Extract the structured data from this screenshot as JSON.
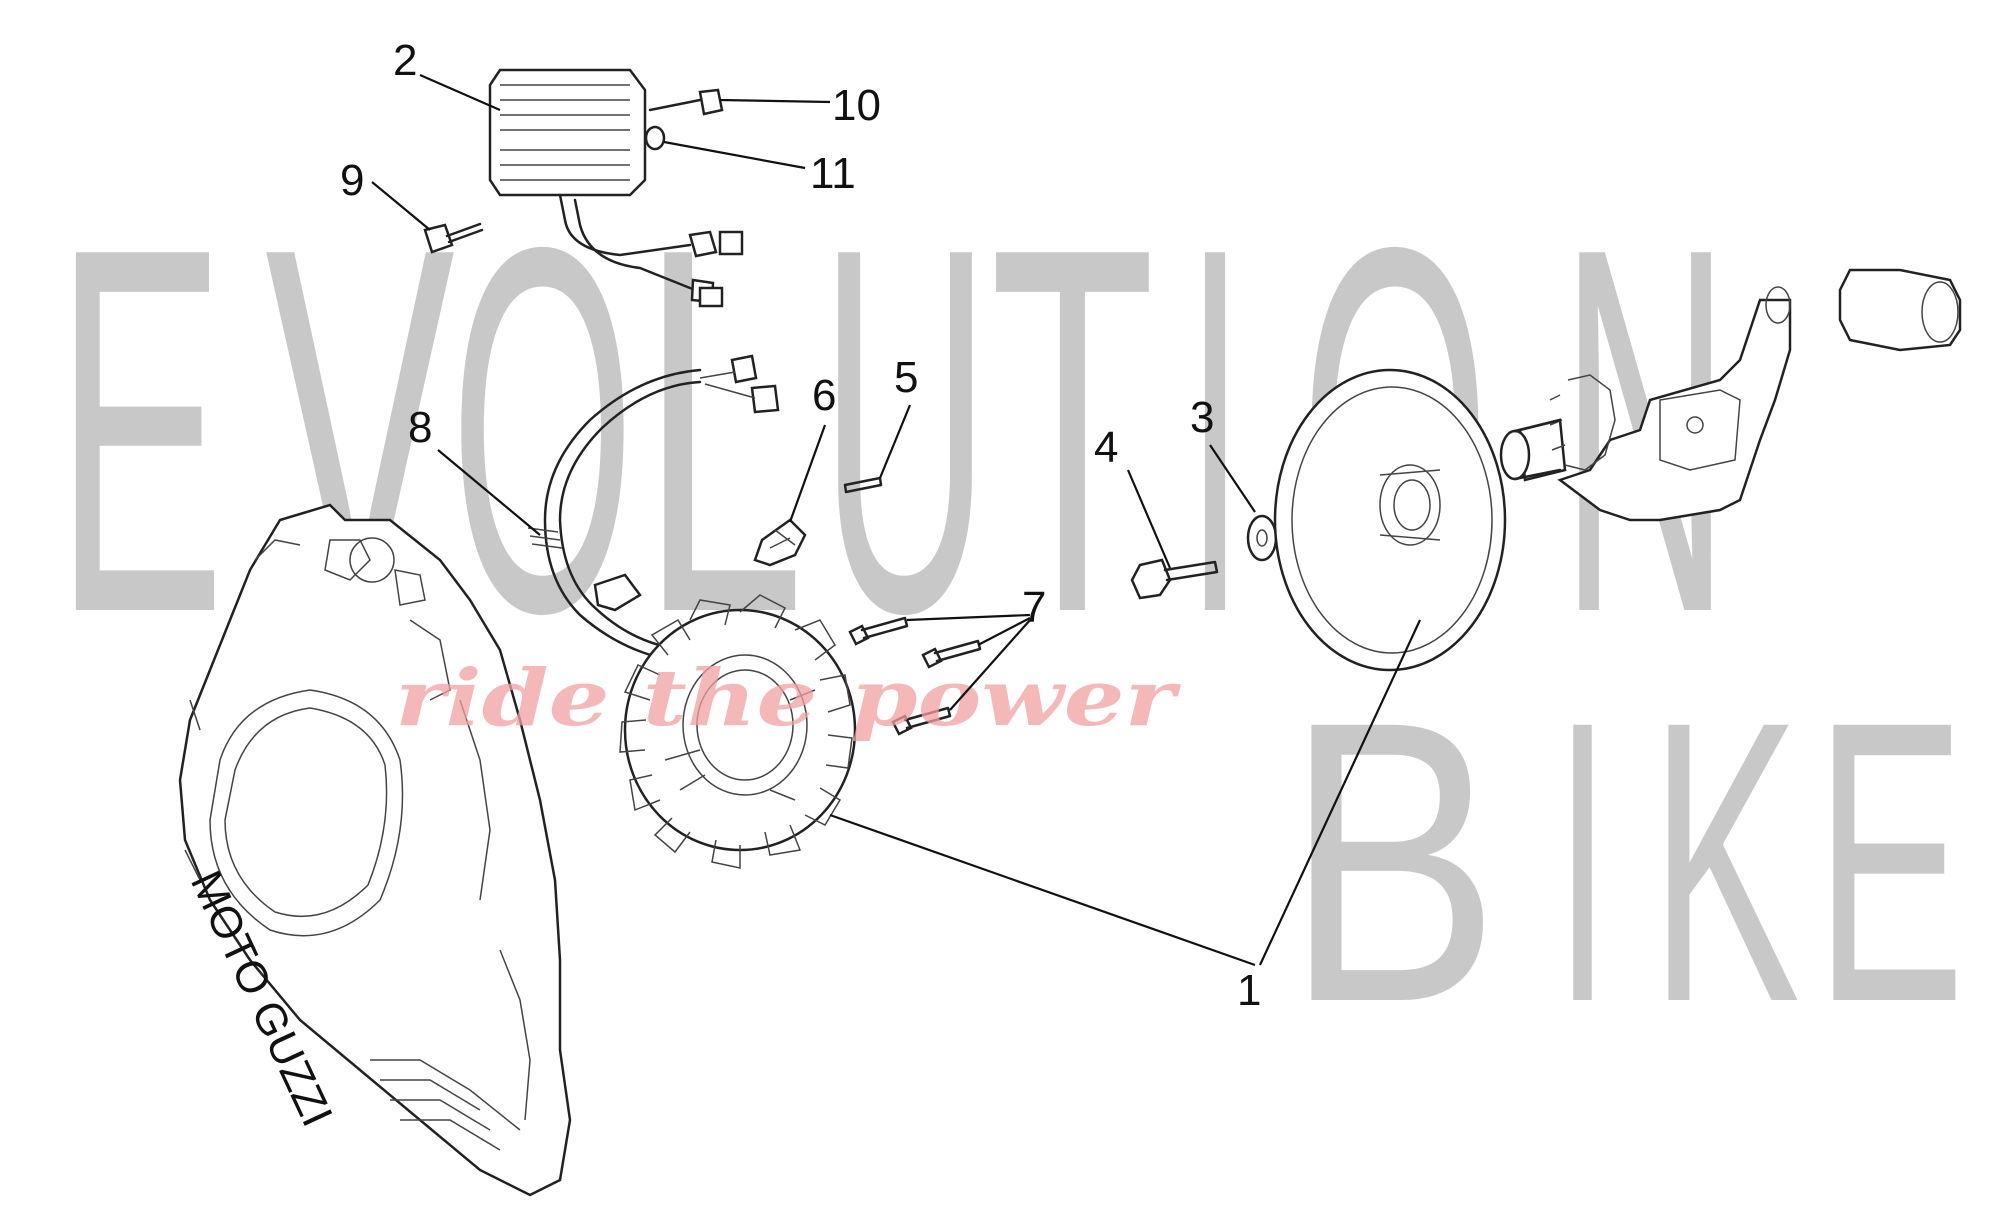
{
  "watermark": {
    "letters_top": [
      "E",
      "V",
      "O",
      "L",
      "U",
      "T",
      "I",
      "O",
      "N"
    ],
    "letters_bottom": [
      "B",
      "I",
      "K",
      "E"
    ],
    "tagline": "ride the power",
    "color": "#9a9a9a",
    "tagline_color": "#f2a0a0"
  },
  "diagram": {
    "callouts": [
      "1",
      "2",
      "3",
      "4",
      "5",
      "6",
      "7",
      "8",
      "9",
      "10",
      "11"
    ]
  },
  "cover_logo_text": "MOTO GUZZI"
}
